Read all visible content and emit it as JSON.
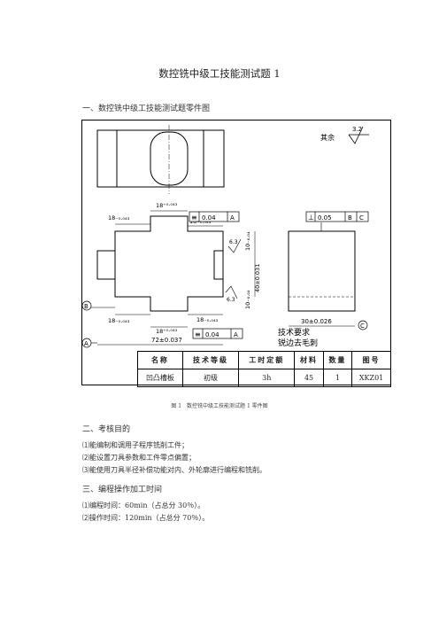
{
  "title": "数控铣中级工技能测试题 1",
  "section1": {
    "heading": "一、数控铣中级工技能测试题零件图"
  },
  "drawing": {
    "roughness_label": "其余",
    "roughness_value": "3.2",
    "dims": {
      "slot_top": "18⁺⁰·⁰⁴³",
      "left_top": "18₋₀.₀₄₃",
      "right_top": "18₋₀.₀₄₃",
      "height_40": "40±0.031",
      "step_10_top": "10₋₀.₀₄",
      "step_10_bot": "10₋₀.₀₄",
      "left_bot": "18₋₀.₀₄₃",
      "right_bot": "18₋₀.₀₄₃",
      "slot_bot": "18⁺⁰·⁰⁴³",
      "width_72": "72±0.037",
      "width_30": "30±0.026",
      "rough_63_a": "6.3",
      "rough_63_b": "6.3"
    },
    "sym_top": {
      "sym": "≡",
      "tol": "0.04",
      "datum": "A"
    },
    "sym_bot": {
      "sym": "≡",
      "tol": "0.04",
      "datum": "A"
    },
    "perp": {
      "sym": "⊥",
      "tol": "0.05",
      "datum1": "B",
      "datum2": "C"
    },
    "datum_a": "A",
    "datum_b": "B",
    "datum_c": "C",
    "tech_req_title": "技术要求",
    "tech_req_text": "锐边去毛刺"
  },
  "table": {
    "headers": [
      "名称",
      "技术等级",
      "工时定额",
      "材料",
      "数量",
      "图号"
    ],
    "values": [
      "凹凸槽板",
      "初级",
      "3h",
      "45",
      "1",
      "XKZ01"
    ]
  },
  "caption": "图 1　数控铣中级工技能测试题 1 零件图",
  "section2": {
    "heading": "二、考核目的",
    "items": [
      "⑴能编制和调用子程序铣削工件；",
      "⑵能设置刀具参数和工件零点偏置；",
      "⑶能使用刀具半径补偿功能对内、外轮廓进行编程和铣削。"
    ]
  },
  "section3": {
    "heading": "三、编程操作加工时间",
    "items": [
      "⑴编程时间：60min（占总分 30％）。",
      "⑵操作时间：120min（占总分 70％）。"
    ]
  }
}
